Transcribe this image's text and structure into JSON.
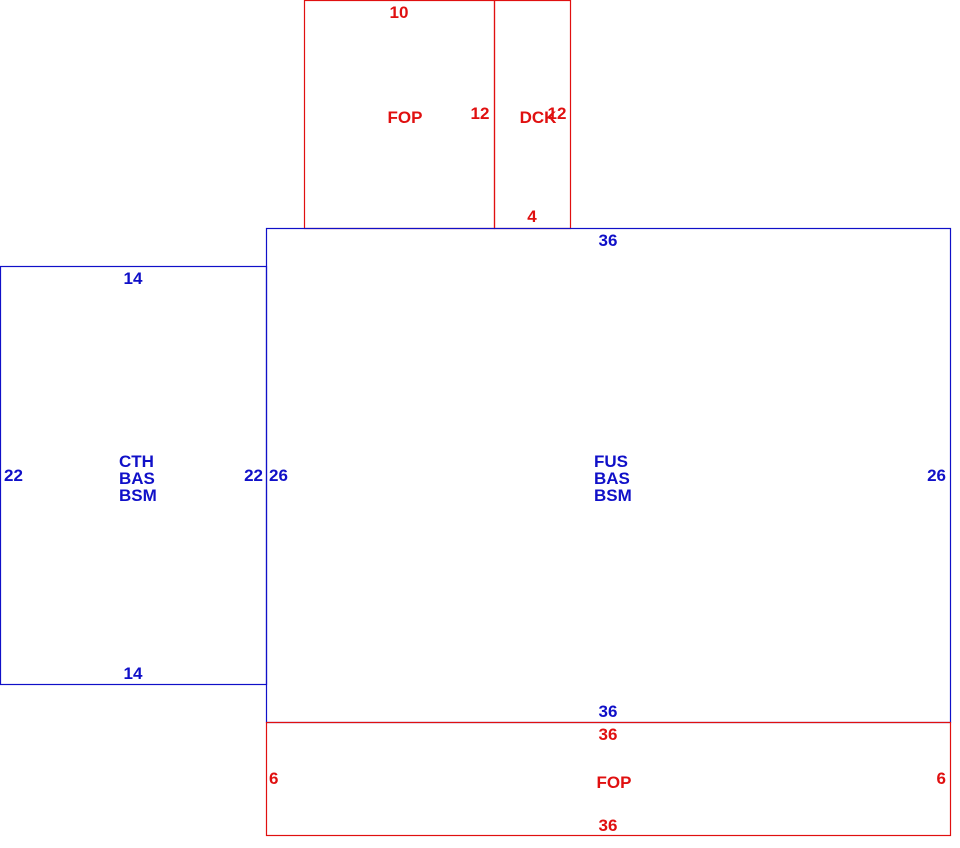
{
  "colors": {
    "living": "#1010c8",
    "porch": "#e01010"
  },
  "areas": {
    "fop_top": {
      "labels": [
        "FOP"
      ],
      "dims": {
        "top": "10",
        "right": "12"
      }
    },
    "dck": {
      "labels": [
        "DCK"
      ],
      "dims": {
        "right": "12",
        "bottom": "4"
      }
    },
    "cth": {
      "labels": [
        "CTH",
        "BAS",
        "BSM"
      ],
      "dims": {
        "top": "14",
        "bottom": "14",
        "left": "22",
        "right": "22"
      }
    },
    "fus": {
      "labels": [
        "FUS",
        "BAS",
        "BSM"
      ],
      "dims": {
        "top": "36",
        "bottom": "36",
        "left": "26",
        "right": "26"
      }
    },
    "fop_bottom": {
      "labels": [
        "FOP"
      ],
      "dims": {
        "top": "36",
        "bottom": "36",
        "left": "6",
        "right": "6"
      }
    }
  }
}
